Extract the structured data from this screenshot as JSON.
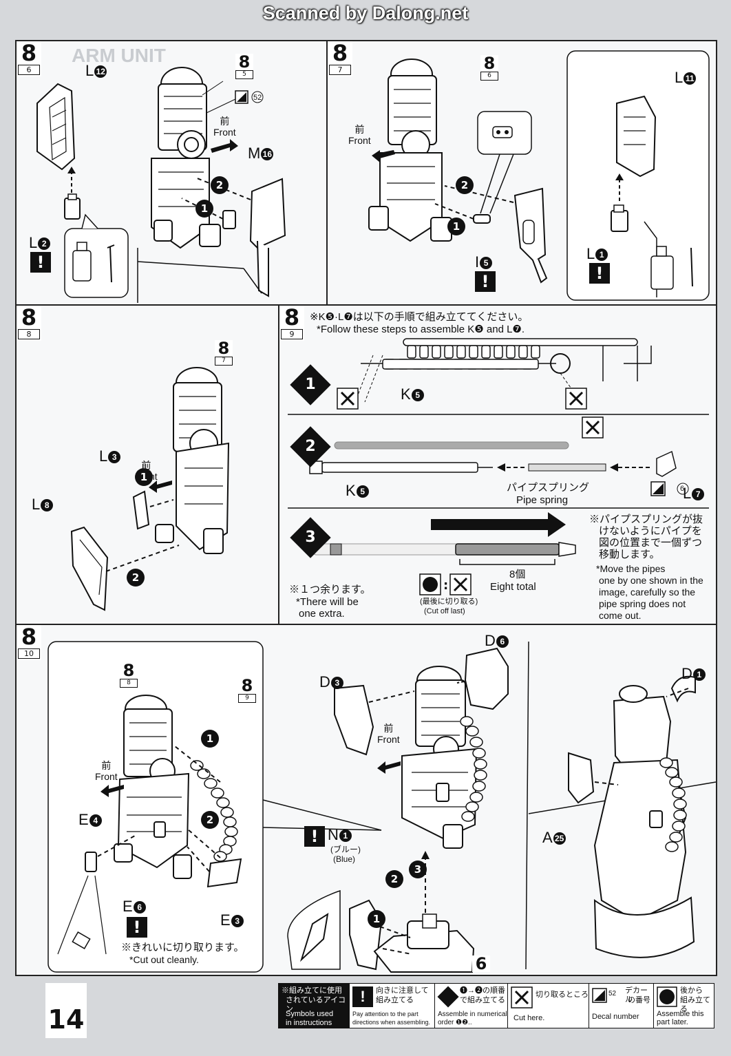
{
  "header": {
    "scanned_by": "Scanned by Dalong.net"
  },
  "page_number": "14",
  "step6": {
    "step": "8",
    "sub": "6",
    "ref_big": "8",
    "ref_sub": "5",
    "part_L12_letter": "L",
    "part_L12_num": "12",
    "part_L2_letter": "L",
    "part_L2_num": "2",
    "part_M16_letter": "M",
    "part_M16_num": "16",
    "decal": "52",
    "front_jp": "前",
    "front_en": "Front",
    "order": [
      "1",
      "2"
    ]
  },
  "step7": {
    "step": "8",
    "sub": "7",
    "ref_big": "8",
    "ref_sub": "6",
    "part_L11_letter": "L",
    "part_L11_num": "11",
    "part_L1_letter": "L",
    "part_L1_num": "1",
    "part_I5_letter": "I",
    "part_I5_num": "5",
    "front_jp": "前",
    "front_en": "Front",
    "order": [
      "1",
      "2"
    ]
  },
  "step8": {
    "step": "8",
    "sub": "8",
    "ref_big": "8",
    "ref_sub": "7",
    "part_L3_letter": "L",
    "part_L3_num": "3",
    "part_L8_letter": "L",
    "part_L8_num": "8",
    "front_jp": "前",
    "front_en": "Front",
    "order": [
      "1",
      "2"
    ]
  },
  "step9": {
    "step": "8",
    "sub": "9",
    "instruction_jp": "※K❺·L❼は以下の手順で組み立ててください。",
    "instruction_en": "*Follow these steps to assemble K❺ and L❼.",
    "sub1_num": "1",
    "sub2_num": "2",
    "sub3_num": "3",
    "part_K5_letter": "K",
    "part_K5_num": "5",
    "part_L7_letter": "L",
    "part_L7_num": "7",
    "decal": "6",
    "pipe_spring_jp": "パイプスプリング",
    "pipe_spring_en": "Pipe spring",
    "note_jp_1": "※パイプスプリングが抜",
    "note_jp_2": "けないようにパイプを",
    "note_jp_3": "図の位置まで一個ずつ",
    "note_jp_4": "移動します。",
    "note_en_1": "*Move the pipes",
    "note_en_2": "one by one shown in the",
    "note_en_3": "image, carefully so the",
    "note_en_4": "pipe spring does not",
    "note_en_5": "come out.",
    "count_jp": "8個",
    "count_en": "Eight total",
    "cut_last_jp": "(最後に切り取る)",
    "cut_last_en": "(Cut off last)",
    "extra_jp": "※１つ余ります。",
    "extra_en_1": "*There will be",
    "extra_en_2": "one extra."
  },
  "step10": {
    "step": "8",
    "sub": "10",
    "ref_big": "8",
    "ref_sub": "8",
    "ref2_big": "8",
    "ref2_sub": "9",
    "part_E4_letter": "E",
    "part_E4_num": "4",
    "part_E6_letter": "E",
    "part_E6_num": "6",
    "part_E3_letter": "E",
    "part_E3_num": "3",
    "part_D3_letter": "D",
    "part_D3_num": "3",
    "part_D6_letter": "D",
    "part_D6_num": "6",
    "part_D1_letter": "D",
    "part_D1_num": "1",
    "part_N1_letter": "N",
    "part_N1_num": "1",
    "part_A25_letter": "A",
    "part_A25_num": "25",
    "blue_jp": "(ブルー)",
    "blue_en": "(Blue)",
    "cut_clean_jp": "※きれいに切り取ります。",
    "cut_clean_en": "*Cut out cleanly.",
    "front_jp": "前",
    "front_en": "Front",
    "front2_jp": "前",
    "front2_en": "Front",
    "order": [
      "1",
      "2",
      "3"
    ],
    "base_ref": "6"
  },
  "legend": {
    "title_jp_1": "※組み立てに使用",
    "title_jp_2": "されているアイコン",
    "title_en_1": "Symbols used",
    "title_en_2": "in instructions",
    "items": [
      {
        "jp_1": "向きに注意して",
        "jp_2": "組み立てる",
        "en_1": "Pay attention to the part",
        "en_2": "directions when assembling."
      },
      {
        "jp_1": "❶→❷の順番",
        "jp_2": "で組み立てる",
        "en_1": "Assemble in numerical",
        "en_2": "order ❶❷.."
      },
      {
        "jp_1": "切り取るところ",
        "jp_2": "",
        "en_1": "Cut here.",
        "en_2": ""
      },
      {
        "jp_1": "デカール",
        "jp_2": "の番号",
        "en_1": "Decal number",
        "en_2": ""
      },
      {
        "jp_1": "後から",
        "jp_2": "組み立てる",
        "en_1": "Assemble this",
        "en_2": "part later."
      }
    ],
    "decal_sample": "52"
  },
  "colors": {
    "ink": "#111111",
    "paper": "#f7f8f9",
    "scan_bg": "#d6d8db",
    "ghost": "#c9ccd0"
  }
}
